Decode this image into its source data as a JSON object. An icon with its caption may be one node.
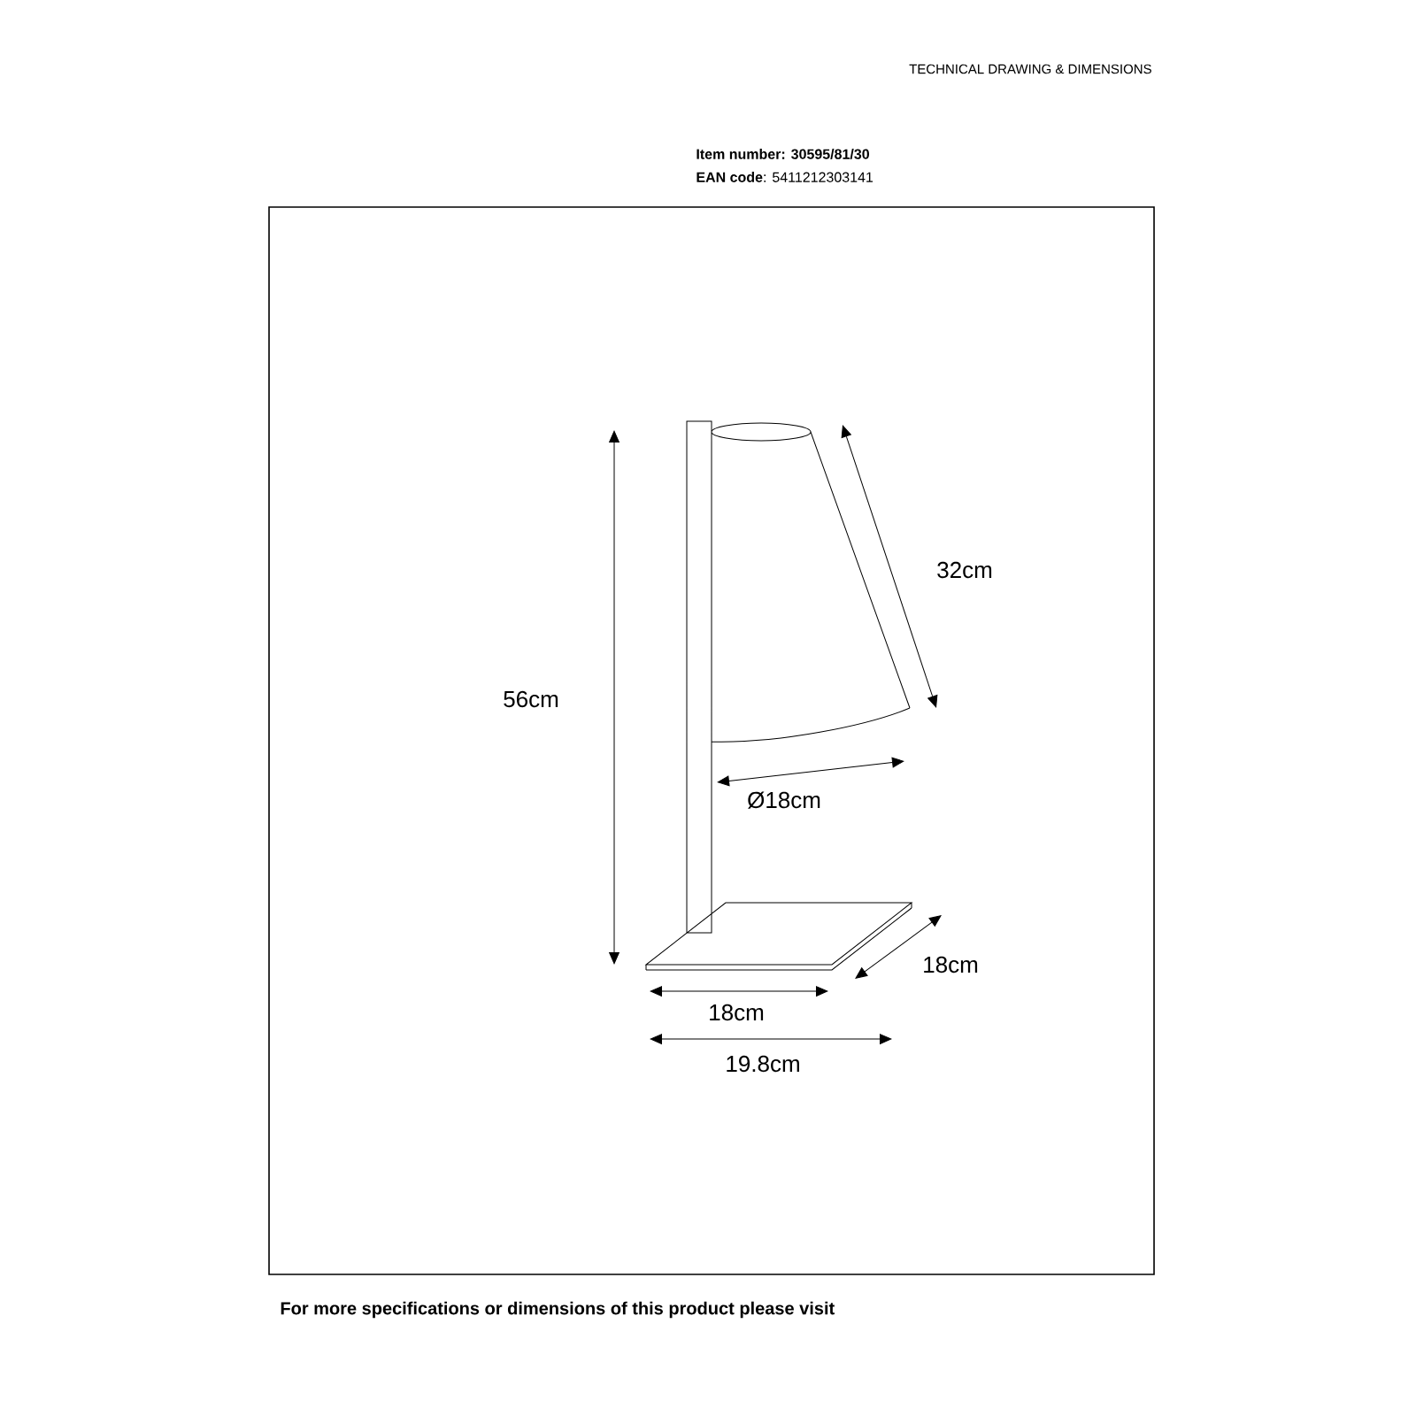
{
  "diagram": {
    "title": "TECHNICAL DRAWING & DIMENSIONS",
    "labels": [
      "Item number: 30595/81/30",
      "**EAN code**: 5411212303141",
      "56cm",
      "32cm",
      "Ø18cm",
      "18cm",
      "18cm",
      "19.8cm",
      "For more specifications or dimensions of this product please visit"
    ]
  }
}
